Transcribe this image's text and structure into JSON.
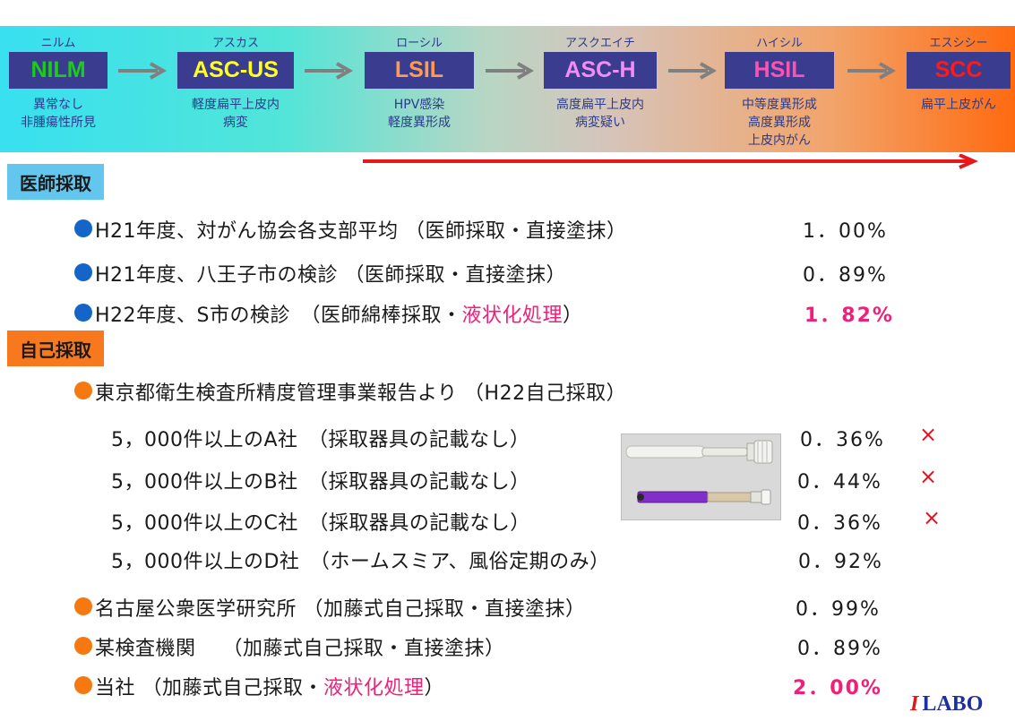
{
  "stages": [
    {
      "kana": "ニルム",
      "code": "NILM",
      "desc": [
        "異常なし",
        "非腫瘍性所見"
      ],
      "color": "#1ccc1c"
    },
    {
      "kana": "アスカス",
      "code": "ASC-US",
      "desc": [
        "軽度扁平上皮内",
        "病変"
      ],
      "color": "#ffff20"
    },
    {
      "kana": "ローシル",
      "code": "LSIL",
      "desc": [
        "HPV感染",
        "軽度異形成"
      ],
      "color": "#ff9a50"
    },
    {
      "kana": "アスクエイチ",
      "code": "ASC-H",
      "desc": [
        "高度扁平上皮内",
        "病変疑い"
      ],
      "color": "#f58cf5"
    },
    {
      "kana": "ハイシル",
      "code": "HSIL",
      "desc": [
        "中等度異形成",
        "高度異形成",
        "上皮内がん"
      ],
      "color": "#ff50b4"
    },
    {
      "kana": "エスシシー",
      "code": "SCC",
      "desc": [
        "扁平上皮がん"
      ],
      "color": "#ff1a1a"
    }
  ],
  "doctor_section": {
    "label": "医師採取",
    "rows": [
      {
        "text": "H21年度、対がん協会各支部平均 （医師採取・直接塗抹）",
        "value": "1．00%"
      },
      {
        "text": "H21年度、八王子市の検診 （医師採取・直接塗抹）",
        "value": "0．89%"
      },
      {
        "text_before": "H22年度、S市の検診　（医師綿棒採取・",
        "text_highlight": "液状化処理",
        "text_after": "）",
        "value": "1．82%"
      }
    ]
  },
  "self_section": {
    "label": "自己採取",
    "heading": "東京都衛生検査所精度管理事業報告より （H22自己採取）",
    "company_rows": [
      {
        "text": "5，000件以上のA社　（採取器具の記載なし）",
        "value": "0．36%",
        "mark": "×"
      },
      {
        "text": "5，000件以上のB社　（採取器具の記載なし）",
        "value": "0．44%",
        "mark": "×"
      },
      {
        "text": "5，000件以上のC社　（採取器具の記載なし）",
        "value": "0．36%",
        "mark": "×"
      },
      {
        "text": "5，000件以上のD社　（ホームスミア、風俗定期のみ）",
        "value": "0．92%",
        "mark": ""
      }
    ],
    "rows": [
      {
        "text": "名古屋公衆医学研究所 （加藤式自己採取・直接塗抹）",
        "value": "0．99%"
      },
      {
        "text": "某検査機関　 （加藤式自己採取・直接塗抹）",
        "value": "0．89%"
      },
      {
        "text_before": "当社 （加藤式自己採取・",
        "text_highlight": "液状化処理",
        "text_after": "）",
        "value": "2．00%"
      }
    ]
  },
  "photo": {
    "label": "self-sampling devices photo"
  },
  "logo": {
    "i": "I",
    "labo": "LABO"
  },
  "colors": {
    "blue_bullet": "#1565c8",
    "orange_bullet": "#f57810",
    "highlight": "#f0207a",
    "cross": "#e8101e"
  }
}
